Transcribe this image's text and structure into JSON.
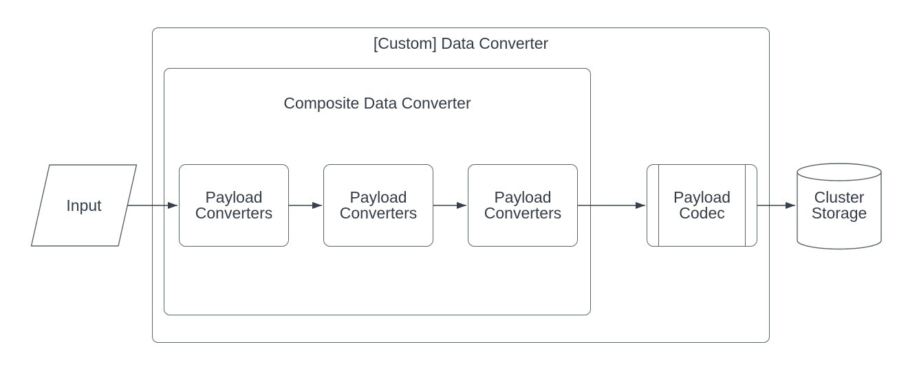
{
  "diagram": {
    "type": "flowchart",
    "colors": {
      "background": "#ffffff",
      "border": "#5C6368",
      "arrow": "#38404C",
      "text": "#333B47"
    },
    "containers": {
      "outer": {
        "id": "custom-data-converter",
        "label": "[Custom] Data Converter",
        "shape": "rounded-rectangle"
      },
      "inner": {
        "id": "composite-data-converter",
        "label": "Composite Data Converter",
        "shape": "rounded-rectangle"
      }
    },
    "nodes": {
      "input": {
        "shape": "parallelogram",
        "label": "Input"
      },
      "converter1": {
        "shape": "rounded-rectangle",
        "label": "Payload Converters",
        "lines": [
          "Payload",
          "Converters"
        ],
        "parent": "composite-data-converter"
      },
      "converter2": {
        "shape": "rounded-rectangle",
        "label": "Payload Converters",
        "lines": [
          "Payload",
          "Converters"
        ],
        "parent": "composite-data-converter"
      },
      "converter3": {
        "shape": "rounded-rectangle",
        "label": "Payload Converters",
        "lines": [
          "Payload",
          "Converters"
        ],
        "parent": "composite-data-converter"
      },
      "codec": {
        "shape": "subroutine",
        "label": "Payload Codec",
        "lines": [
          "Payload",
          "Codec"
        ],
        "parent": "custom-data-converter"
      },
      "storage": {
        "shape": "cylinder",
        "label": "Cluster Storage",
        "lines": [
          "Cluster",
          "Storage"
        ]
      }
    },
    "edges": [
      {
        "from": "input",
        "to": "converter1",
        "direction": "right"
      },
      {
        "from": "converter1",
        "to": "converter2",
        "direction": "right"
      },
      {
        "from": "converter2",
        "to": "converter3",
        "direction": "right"
      },
      {
        "from": "converter3",
        "to": "codec",
        "direction": "right"
      },
      {
        "from": "codec",
        "to": "storage",
        "direction": "right"
      }
    ]
  }
}
